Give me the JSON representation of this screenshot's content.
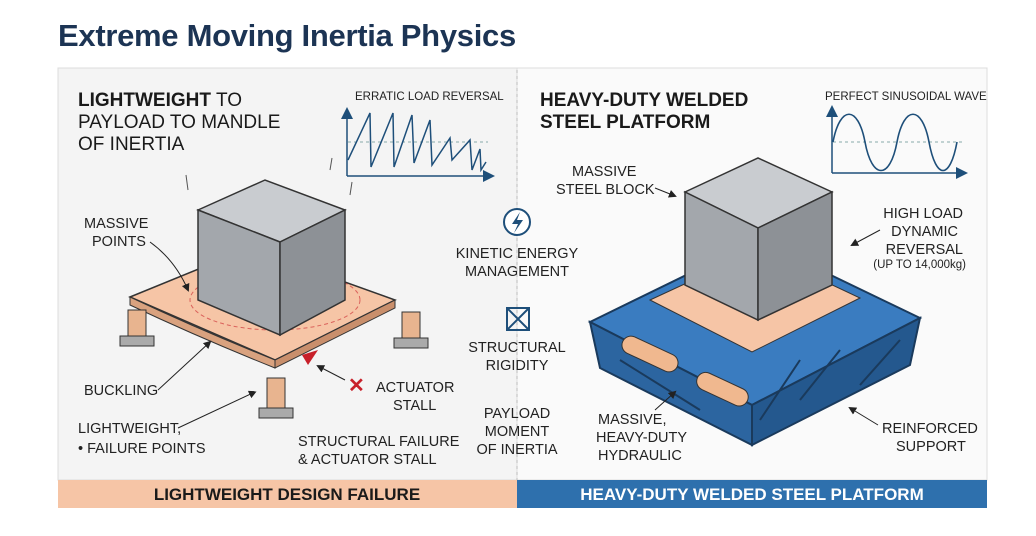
{
  "title": "Extreme Moving Inertia Physics",
  "left": {
    "heading_bold": "LIGHTWEIGHT",
    "heading_rest_1": "TO",
    "heading_line2": "PAYLOAD TO MANDLE",
    "heading_line3": "OF INERTIA",
    "graph_title": "ERRATIC LOAD REVERSAL",
    "labels": {
      "massive_points_1": "MASSIVE",
      "massive_points_2": "POINTS",
      "buckling": "BUCKLING",
      "lightweight_1": "LIGHTWEIGHT,",
      "lightweight_2": "• FAILURE POINTS",
      "actuator_1": "ACTUATOR",
      "actuator_2": "STALL",
      "structural_1": "STRUCTURAL FAILURE",
      "structural_2": "& ACTUATOR STALL"
    },
    "banner": "LIGHTWEIGHT DESIGN FAILURE"
  },
  "middle": {
    "kinetic_1": "KINETIC ENERGY",
    "kinetic_2": "MANAGEMENT",
    "rigidity_1": "STRUCTURAL",
    "rigidity_2": "RIGIDITY",
    "payload_1": "PAYLOAD",
    "payload_2": "MOMENT",
    "payload_3": "OF INERTIA"
  },
  "right": {
    "heading_line1": "HEAVY-DUTY WELDED",
    "heading_line2": "STEEL PLATFORM",
    "graph_title": "PERFECT SINUSOIDAL WAVE",
    "labels": {
      "block_1": "MASSIVE",
      "block_2": "STEEL BLOCK",
      "load_1": "HIGH LOAD",
      "load_2": "DYNAMIC",
      "load_3": "REVERSAL",
      "load_4": "(UP TO 14,000kg)",
      "hydraulic_1": "MASSIVE,",
      "hydraulic_2": "HEAVY-DUTY",
      "hydraulic_3": "HYDRAULIC",
      "support_1": "REINFORCED",
      "support_2": "SUPPORT"
    },
    "banner": "HEAVY-DUTY WELDED STEEL PLATFORM"
  },
  "colors": {
    "navy": "#1c3454",
    "peach": "#f6c5a6",
    "blue": "#2e70ad",
    "red": "#c8202a"
  }
}
